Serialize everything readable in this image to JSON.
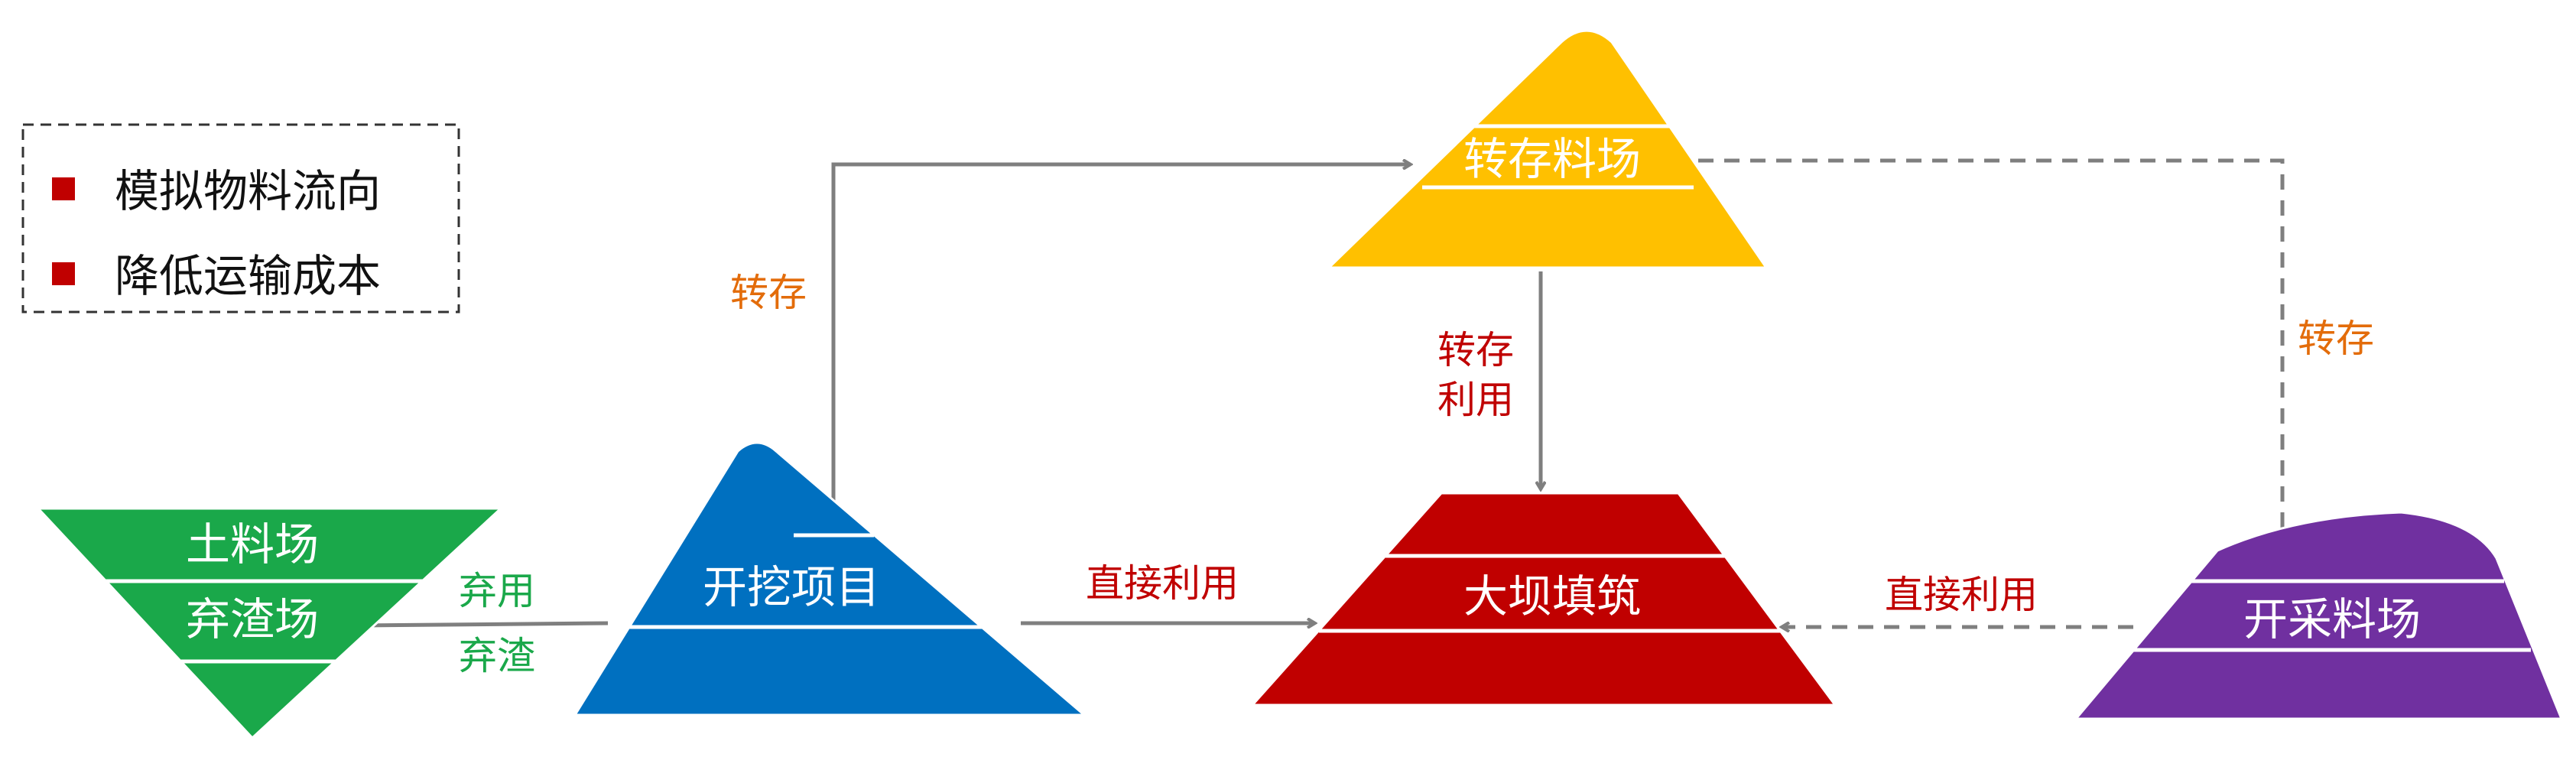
{
  "colors": {
    "green": "#1aa84a",
    "blue": "#0070c0",
    "red": "#c00000",
    "yellow": "#ffc000",
    "purple": "#7030a0",
    "arrow": "#7f7f7f",
    "label_orange": "#e36c0a",
    "label_red": "#c00000",
    "label_green": "#1aa84a",
    "legend_bullet": "#c00000"
  },
  "legend": {
    "items": [
      "模拟物料流向",
      "降低运输成本"
    ]
  },
  "nodes": {
    "soil_dump": {
      "line1": "土料场",
      "line2": "弃渣场",
      "shape": "inverted-triangle"
    },
    "excavation": {
      "label": "开挖项目",
      "shape": "pyramid"
    },
    "transfer_yard": {
      "label": "转存料场",
      "shape": "pyramid"
    },
    "dam_fill": {
      "label": "大坝填筑",
      "shape": "trapezoid"
    },
    "quarry": {
      "label": "开采料场",
      "shape": "mound"
    }
  },
  "edges": {
    "excavation_to_transfer": {
      "label": "转存",
      "style": "solid"
    },
    "quarry_to_transfer": {
      "label": "转存",
      "style": "dashed"
    },
    "transfer_to_dam": {
      "line1": "转存",
      "line2": "利用",
      "style": "solid"
    },
    "excavation_to_dam": {
      "label": "直接利用",
      "style": "solid"
    },
    "quarry_to_dam": {
      "label": "直接利用",
      "style": "dashed"
    },
    "excavation_to_dump": {
      "line1": "弃用",
      "line2": "弃渣",
      "style": "solid"
    }
  }
}
